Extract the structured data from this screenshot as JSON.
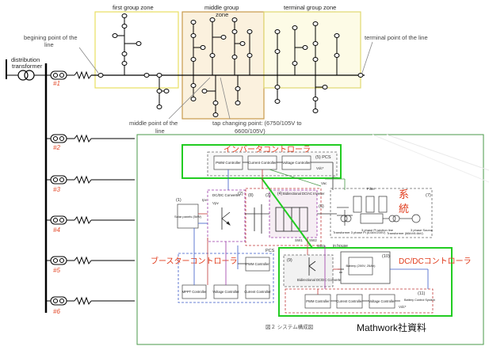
{
  "feeder": {
    "transformer_label_1": "distribution",
    "transformer_label_2": "transformer",
    "feeders": [
      "#1",
      "#2",
      "#3",
      "#4",
      "#5",
      "#6"
    ]
  },
  "zones": {
    "first": "first group zone",
    "middle_1": "middle group",
    "middle_2": "zone",
    "terminal": "terminal group zone"
  },
  "annotations": {
    "begin_1": "begining point of the",
    "begin_2": "line",
    "terminal": "terminal point of the line",
    "middle_1": "middle point of the",
    "middle_2": "line",
    "tap_1": "tap changing point: (6750/105V to",
    "tap_2": "6600/105V)"
  },
  "system": {
    "labels_jp": {
      "inverter": "インバータコントローラ",
      "grid_1": "系",
      "grid_2": "統",
      "booster": "ブースターコントローラ",
      "dcdc": "DC/DCコントローラ",
      "source": "Mathwork社資料"
    },
    "caption": "図２ システム構成図",
    "blocks": {
      "pwm_controller": "PWM Controller",
      "current_controller": "Current Controller",
      "voltage_controller": "Voltage Controller",
      "mppt_controller": "MPPT Controller",
      "solar_panel": "Solar panels (5kW)",
      "dcdc_converter": "DC/DC Converter",
      "bidirectional_inverter": "Bidirectional DC/AC Inverter",
      "bidirectional_dcdc": "Bidirectional DC/DC Converter",
      "battery": "Battery (200V, 25Ah)",
      "transformer_1": "Transformer 3 phase Pi (6.6kV/200V)",
      "section_line": "3 phase Pi section line",
      "transformer_2": "Transformer (66kV/6.6kV)",
      "source": "3 phase Source",
      "filter": "Filter",
      "pcs": "PCS",
      "in_house": "in house",
      "battery_ctrl": "Battery Control System",
      "n1": "(1)",
      "n2": "(2)",
      "n3": "(3)",
      "n4": "(4)",
      "n5": "(5) PCS",
      "n6": "(6)",
      "n7": "(7)",
      "n8": "(8)",
      "n9": "(9)",
      "n10": "(10)",
      "n11": "(11)",
      "sw1": "SW1",
      "sw2": "SW2",
      "sw3": "SW3",
      "vdc": "Vdc*",
      "iac": "Iac",
      "vac": "Vac",
      "ipv": "Ipv",
      "vpv": "Vpv",
      "vdc2": "Vdc*"
    }
  }
}
